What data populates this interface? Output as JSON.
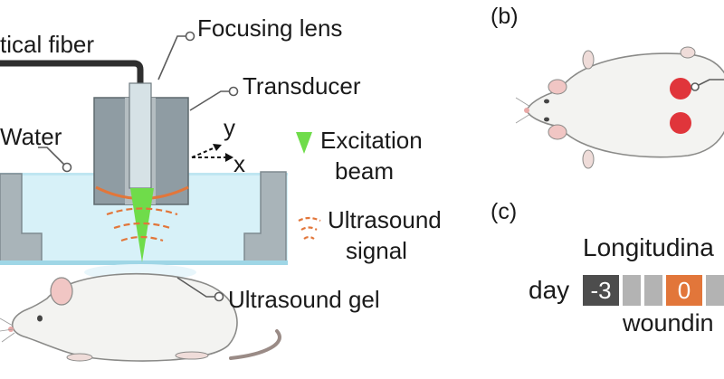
{
  "labels": {
    "optical_fiber": "tical fiber",
    "focusing_lens": "Focusing lens",
    "transducer": "Transducer",
    "water": "Water",
    "axis_y": "y",
    "axis_x": "x",
    "excitation_line1": "Excitation",
    "excitation_line2": "beam",
    "ultrasound_line1": "Ultrasound",
    "ultrasound_line2": "signal",
    "ultrasound_gel": "Ultrasound gel"
  },
  "panels": {
    "b": "(b)",
    "c": "(c)"
  },
  "timeline": {
    "title": "Longitudina",
    "prefix": "day",
    "cells": [
      {
        "label": "-3",
        "color": "#4d4d4d"
      },
      {
        "label": "",
        "color": "#b3b3b3"
      },
      {
        "label": "",
        "color": "#b3b3b3"
      },
      {
        "label": "0",
        "color": "#e2763a"
      },
      {
        "label": "",
        "color": "#b3b3b3"
      },
      {
        "label": "",
        "color": "#b3b3b3"
      }
    ],
    "event": "woundin",
    "event_color": "#e2763a"
  },
  "colors": {
    "beam": "#6fdc4a",
    "ultrasound": "#e2763a",
    "wound": "#e0353b",
    "water": "#d7f1f8",
    "transducer": "#8f9ca3",
    "tank": "#a9b4b9"
  }
}
